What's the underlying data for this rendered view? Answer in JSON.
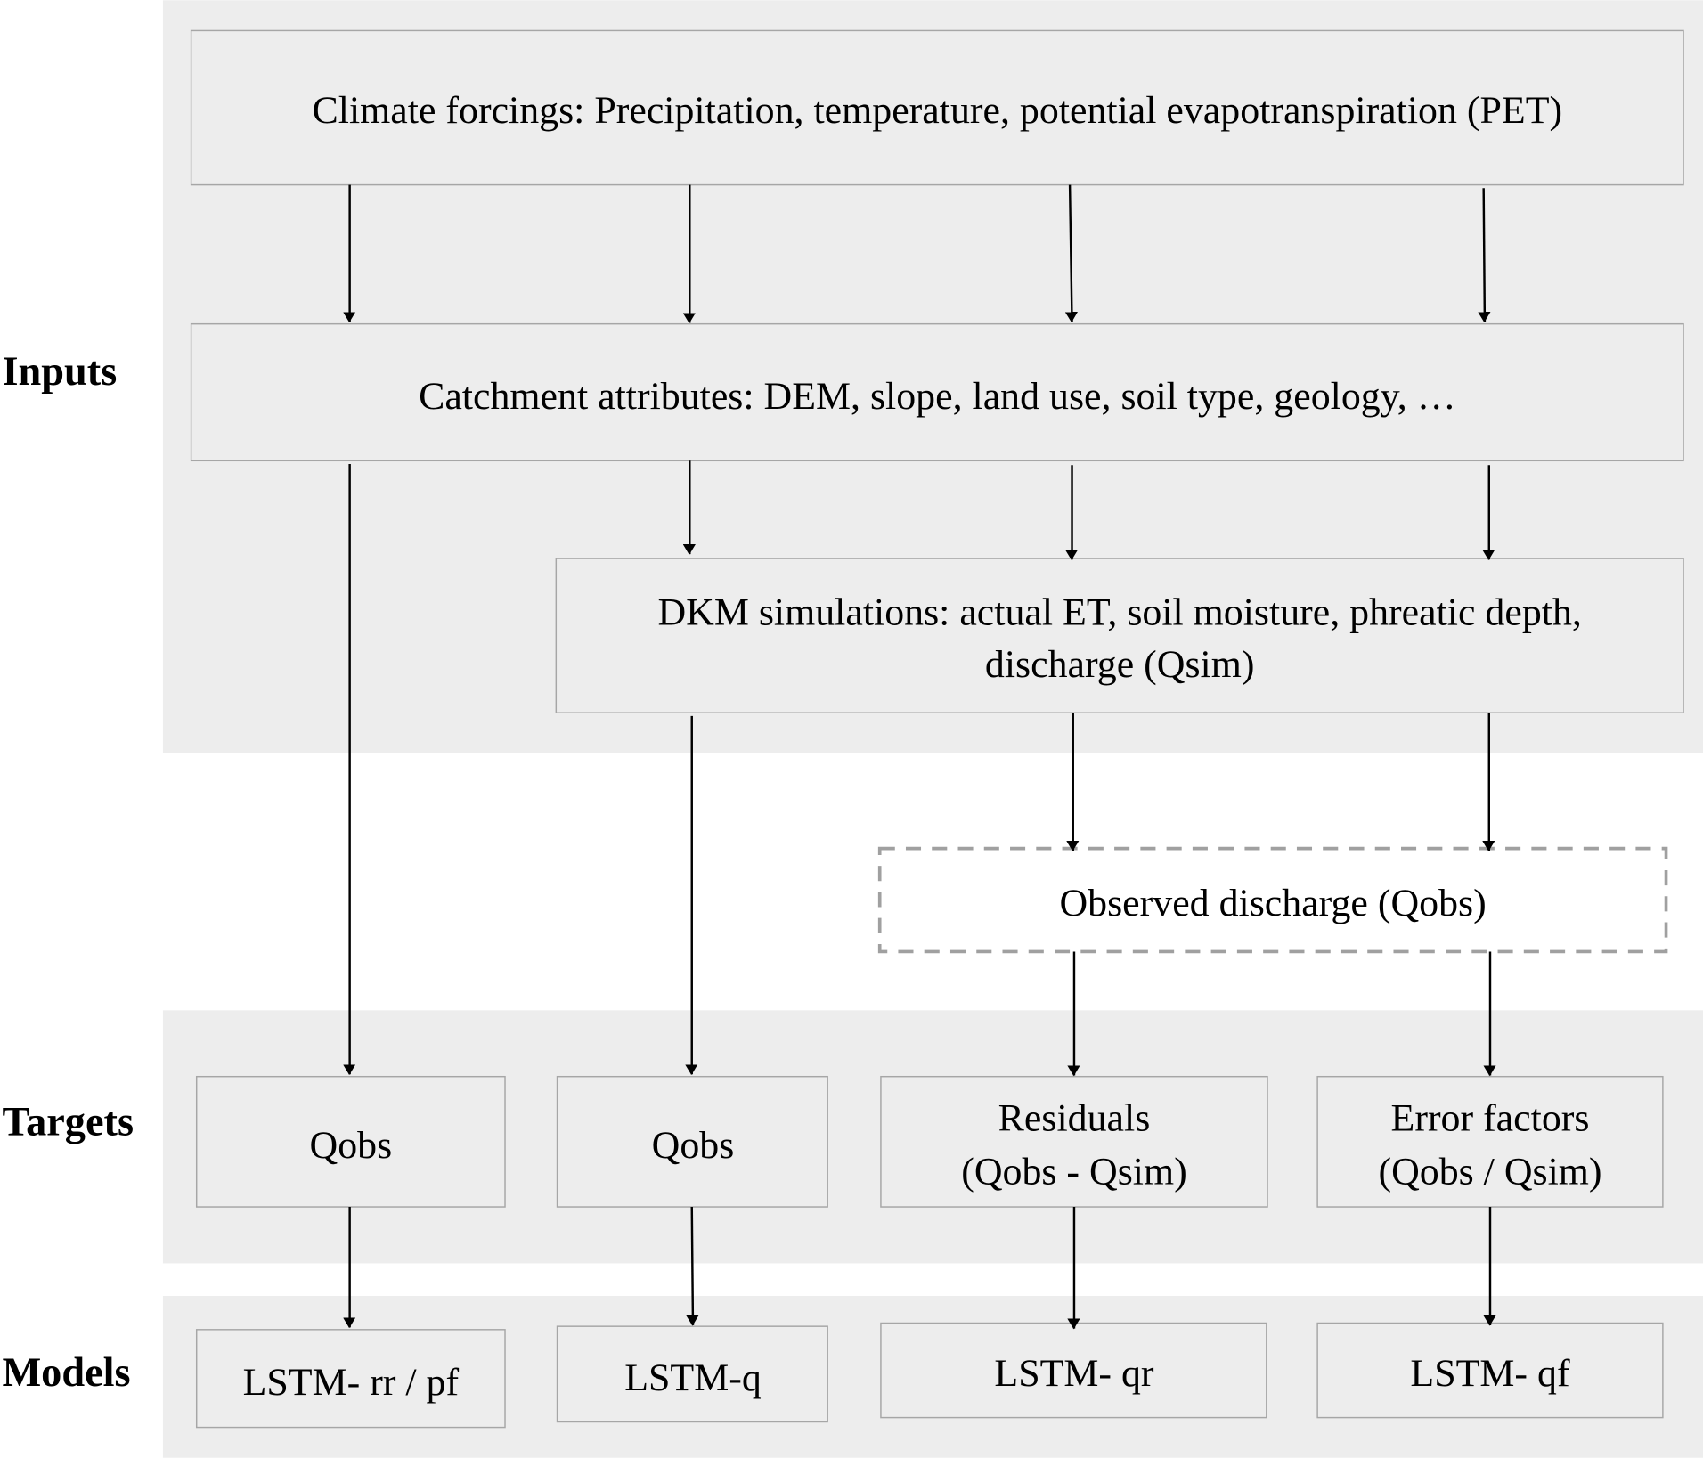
{
  "sections": {
    "inputs": "Inputs",
    "targets": "Targets",
    "models": "Models"
  },
  "inputs": {
    "climate": "Climate forcings: Precipitation, temperature, potential evapotranspiration (PET)",
    "catchment": "Catchment attributes: DEM, slope, land use, soil type, geology, …",
    "dkm_line1": "DKM simulations: actual ET, soil moisture, phreatic depth,",
    "dkm_line2": "discharge (Qsim)"
  },
  "observed": "Observed discharge (Qobs)",
  "targets": [
    {
      "line1": "Qobs",
      "line2": ""
    },
    {
      "line1": "Qobs",
      "line2": ""
    },
    {
      "line1": "Residuals",
      "line2": "(Qobs - Qsim)"
    },
    {
      "line1": "Error factors",
      "line2": "(Qobs / Qsim)"
    }
  ],
  "models": [
    "LSTM- rr / pf",
    "LSTM-q",
    "LSTM- qr",
    "LSTM- qf"
  ],
  "colors": {
    "band": "#ededed",
    "box_border": "#a6a6a6",
    "dashed_border": "#a0a0a0"
  }
}
